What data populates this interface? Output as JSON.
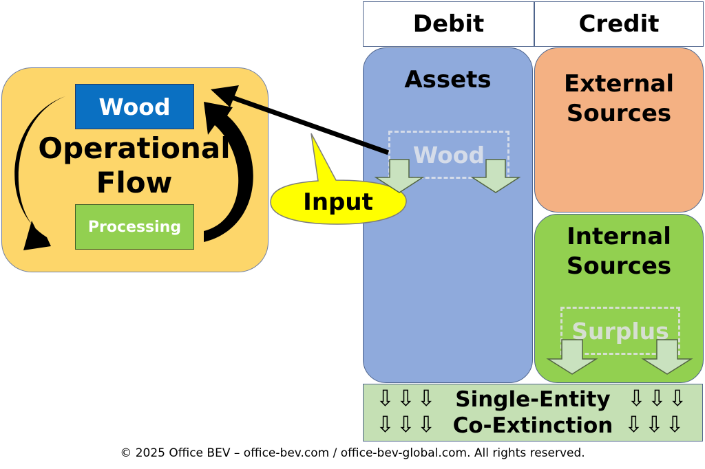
{
  "operational_flow": {
    "title_line1": "Operational",
    "title_line2": "Flow",
    "wood_label": "Wood",
    "processing_label": "Processing"
  },
  "callout": {
    "label": "Input"
  },
  "balance_sheet": {
    "debit_header": "Debit",
    "credit_header": "Credit",
    "assets": {
      "label": "Assets",
      "inner_label": "Wood"
    },
    "external_sources": {
      "line1": "External",
      "line2": "Sources"
    },
    "internal_sources": {
      "line1": "Internal",
      "line2": "Sources",
      "inner_label": "Surplus"
    }
  },
  "bottom": {
    "line1": "Single-Entity",
    "line2": "Co-Extinction",
    "arrows": "⇩⇩⇩"
  },
  "footer": {
    "copyright": "© 2025 Office BEV – office-bev.com / office-bev-global.com. All rights reserved."
  },
  "colors": {
    "flow_panel": "#fdd66a",
    "wood_box": "#0a70c2",
    "processing_box": "#92d050",
    "assets": "#8faadc",
    "external_sources": "#f4b183",
    "internal_sources": "#92d050",
    "bottom_band": "#c5e0b4",
    "callout": "#ffff00",
    "down_arrows": "#c9e2bf"
  }
}
